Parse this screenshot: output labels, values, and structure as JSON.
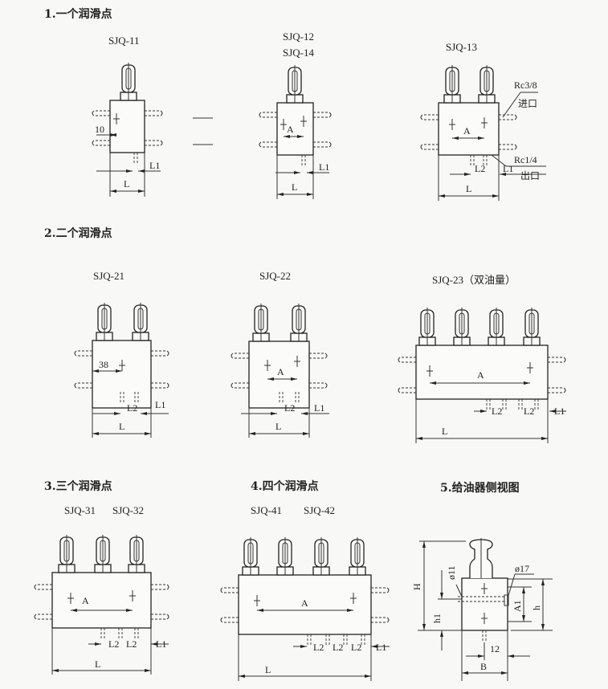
{
  "sections": {
    "s1": "1.一个润滑点",
    "s2": "2.二个润滑点",
    "s3": "3.三个润滑点",
    "s4": "4.四个润滑点",
    "s5": "5.给油器侧视图"
  },
  "models": {
    "sjq11": "SJQ-11",
    "sjq12": "SJQ-12",
    "sjq14": "SJQ-14",
    "sjq13": "SJQ-13",
    "sjq21": "SJQ-21",
    "sjq22": "SJQ-22",
    "sjq23": "SJQ-23（双油量）",
    "sjq31": "SJQ-31",
    "sjq32": "SJQ-32",
    "sjq41": "SJQ-41",
    "sjq42": "SJQ-42"
  },
  "dims": {
    "ten": "10",
    "thirtyeight": "38",
    "A": "A",
    "L": "L",
    "L1": "L1",
    "L2": "L2",
    "H": "H",
    "h": "h",
    "h1": "h1",
    "A1": "A1",
    "d11": "ø11",
    "d17": "ø17",
    "twelve": "12",
    "B": "B"
  },
  "callouts": {
    "inlet_thread": "Rc3/8",
    "inlet": "进口",
    "outlet_thread": "Rc1/4",
    "outlet": "出口"
  }
}
